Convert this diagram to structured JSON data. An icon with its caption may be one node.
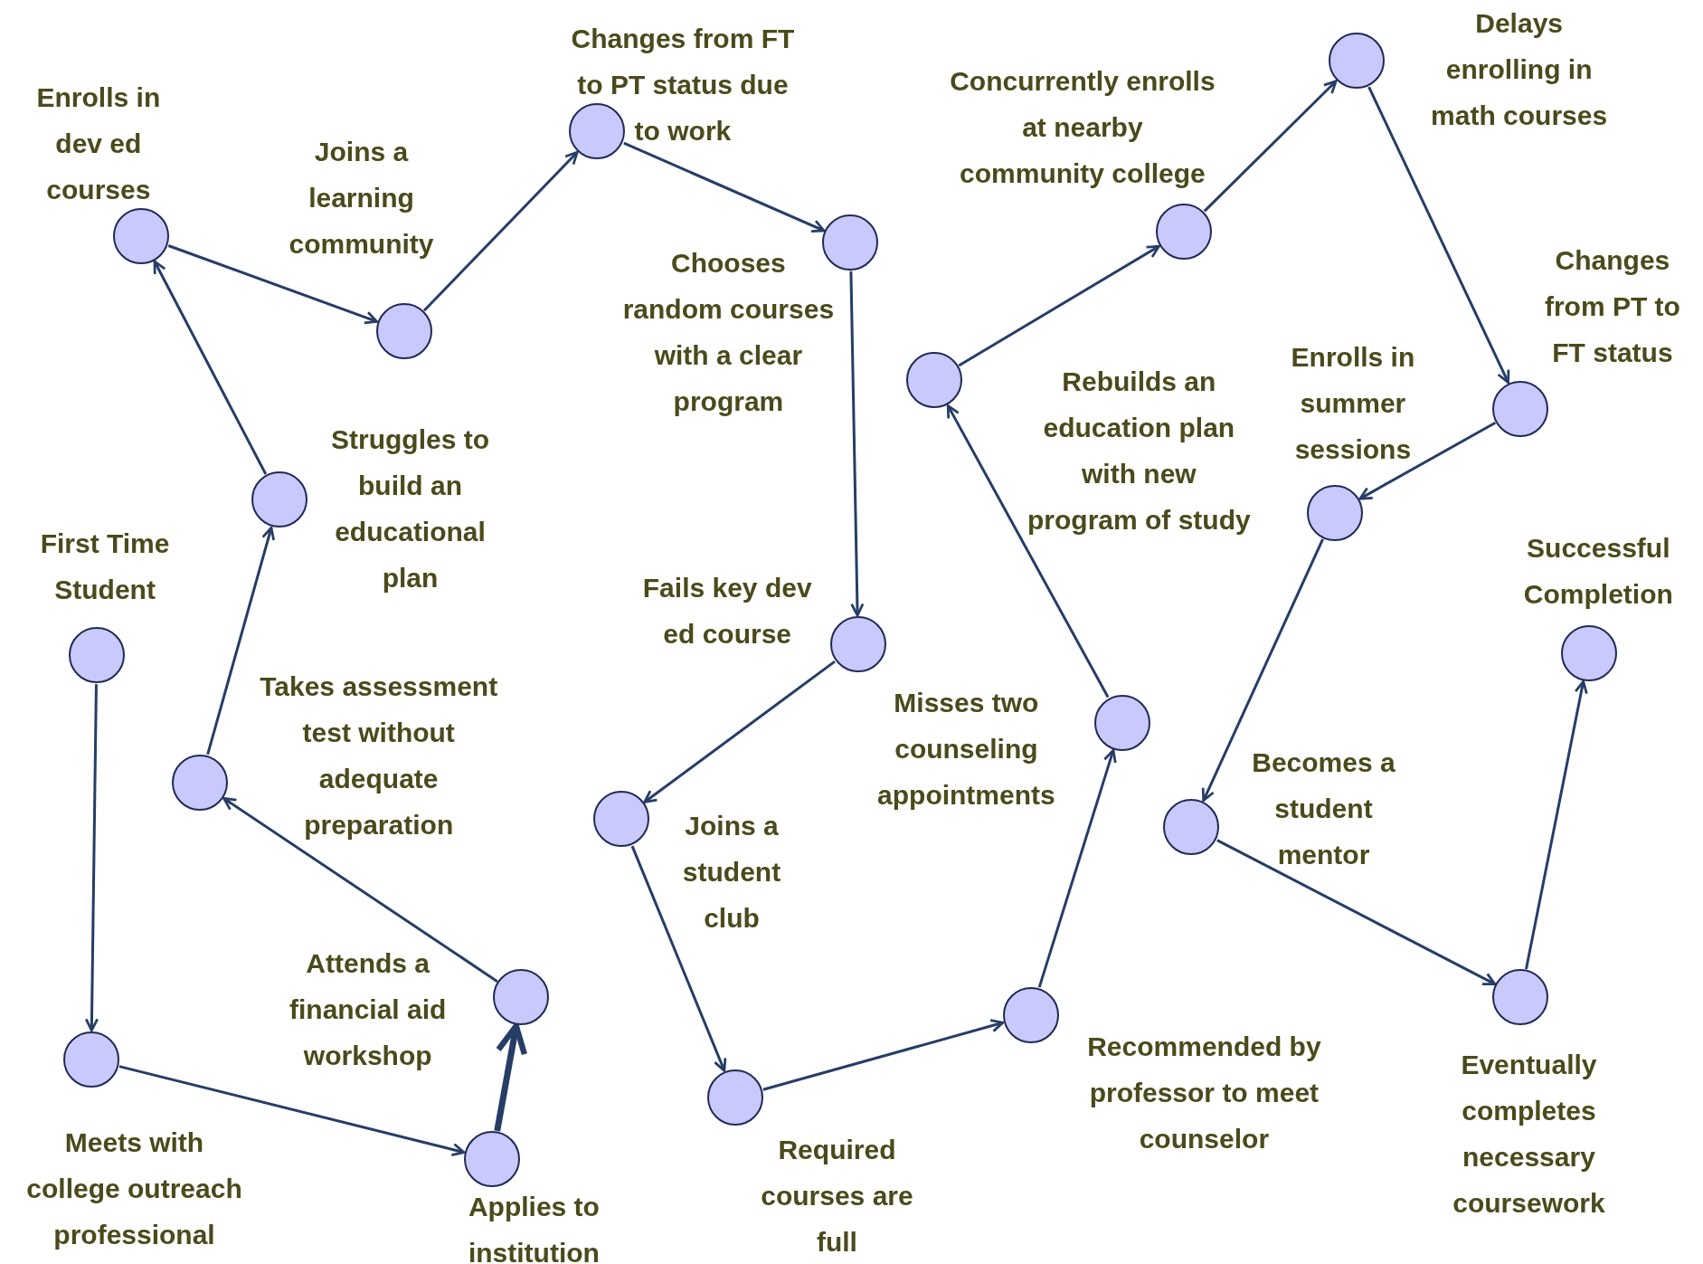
{
  "diagram": {
    "nodes": [
      {
        "text": [
          "First Time Student"
        ]
      },
      {
        "text": [
          "Meets with college outreach professional"
        ]
      },
      {
        "text": [
          "Applies to institution"
        ]
      },
      {
        "text": [
          "Attends a financial aid workshop"
        ]
      },
      {
        "text": [
          "Takes assessment test without adequate preparation"
        ]
      },
      {
        "text": [
          "Struggles to build an educational plan"
        ]
      },
      {
        "text": [
          "Enrolls in dev ed courses"
        ]
      },
      {
        "text": [
          "Joins a learning community"
        ]
      },
      {
        "text": [
          "Changes from FT to PT status due to work"
        ]
      },
      {
        "text": [
          "Chooses random courses with a clear program"
        ]
      },
      {
        "text": [
          "Fails key dev ed course"
        ]
      },
      {
        "text": [
          "Joins a student club"
        ]
      },
      {
        "text": [
          "Required courses are full"
        ]
      },
      {
        "text": [
          "Recommended by professor to meet counselor"
        ]
      },
      {
        "text": [
          "Misses two counseling appointments"
        ]
      },
      {
        "text": [
          "Rebuilds an education plan with new program of study"
        ]
      },
      {
        "text": [
          "Concurrently enrolls at nearby community college"
        ]
      },
      {
        "text": [
          "Delays enrolling in math courses"
        ]
      },
      {
        "text": [
          "Changes from PT to FT status"
        ]
      },
      {
        "text": [
          "Enrolls in summer sessions"
        ]
      },
      {
        "text": [
          "Becomes a student mentor"
        ]
      },
      {
        "text": [
          "Eventually completes necessary coursework"
        ]
      },
      {
        "text": [
          "Successful Completion"
        ]
      }
    ],
    "edges": [
      {
        "from": 0,
        "to": 1,
        "arrow": "to"
      },
      {
        "from": 1,
        "to": 2,
        "arrow": "to"
      },
      {
        "from": 2,
        "to": 3,
        "arrow": "to",
        "style": "thick"
      },
      {
        "from": 3,
        "to": 4,
        "arrow": "to"
      },
      {
        "from": 4,
        "to": 5,
        "arrow": "to"
      },
      {
        "from": 5,
        "to": 6,
        "arrow": "to"
      },
      {
        "from": 6,
        "to": 7,
        "arrow": "to"
      },
      {
        "from": 7,
        "to": 8,
        "arrow": "to"
      },
      {
        "from": 8,
        "to": 9,
        "arrow": "to"
      },
      {
        "from": 9,
        "to": 10,
        "arrow": "to"
      },
      {
        "from": 10,
        "to": 11,
        "arrow": "to"
      },
      {
        "from": 11,
        "to": 12,
        "arrow": "to"
      },
      {
        "from": 12,
        "to": 13,
        "arrow": "to"
      },
      {
        "from": 13,
        "to": 14,
        "arrow": "to"
      },
      {
        "from": 14,
        "to": 15,
        "arrow": "to"
      },
      {
        "from": 15,
        "to": 16,
        "arrow": "to"
      },
      {
        "from": 16,
        "to": 17,
        "arrow": "to"
      },
      {
        "from": 17,
        "to": 18,
        "arrow": "to"
      },
      {
        "from": 18,
        "to": 19,
        "arrow": "to"
      },
      {
        "from": 19,
        "to": 20,
        "arrow": "to"
      },
      {
        "from": 20,
        "to": 21,
        "arrow": "to"
      },
      {
        "from": 21,
        "to": 22,
        "arrow": "to"
      }
    ]
  }
}
